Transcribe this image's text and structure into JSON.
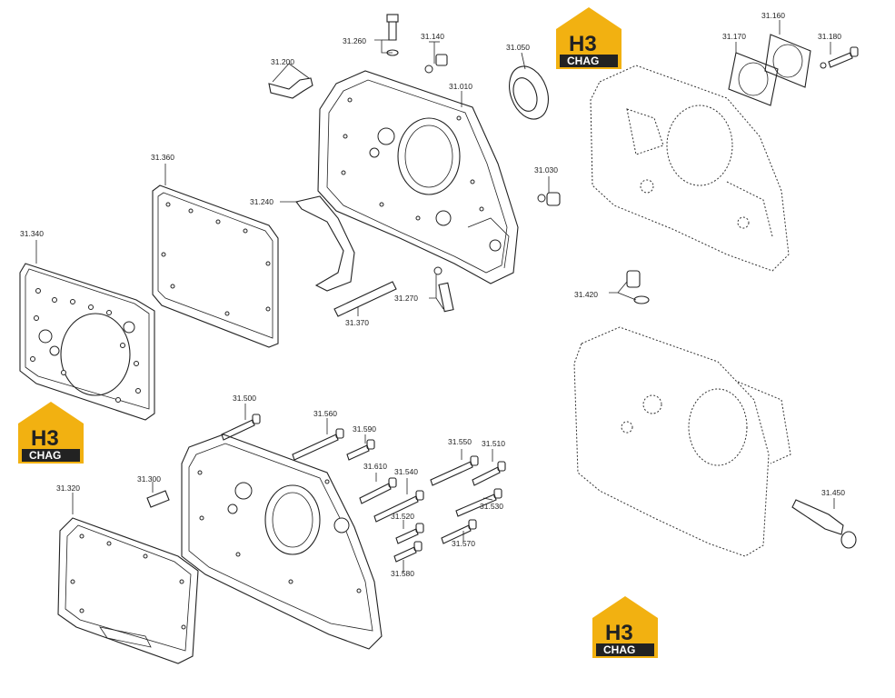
{
  "brand": {
    "logo_mark": "H3",
    "logo_text": "CHAG",
    "accent_color": "#f2b111",
    "dark_color": "#222222"
  },
  "labels": {
    "p31010": "31.010",
    "p31030": "31.030",
    "p31050": "31.050",
    "p31140": "31.140",
    "p31160": "31.160",
    "p31170": "31.170",
    "p31180": "31.180",
    "p31200": "31.200",
    "p31240": "31.240",
    "p31260": "31.260",
    "p31270": "31.270",
    "p31300": "31.300",
    "p31320": "31.320",
    "p31340": "31.340",
    "p31360": "31.360",
    "p31370": "31.370",
    "p31420": "31.420",
    "p31450": "31.450",
    "p31500": "31.500",
    "p31510": "31.510",
    "p31520": "31.520",
    "p31530": "31.530",
    "p31540": "31.540",
    "p31550": "31.550",
    "p31560": "31.560",
    "p31570": "31.570",
    "p31580": "31.580",
    "p31590": "31.590",
    "p31610": "31.610"
  }
}
